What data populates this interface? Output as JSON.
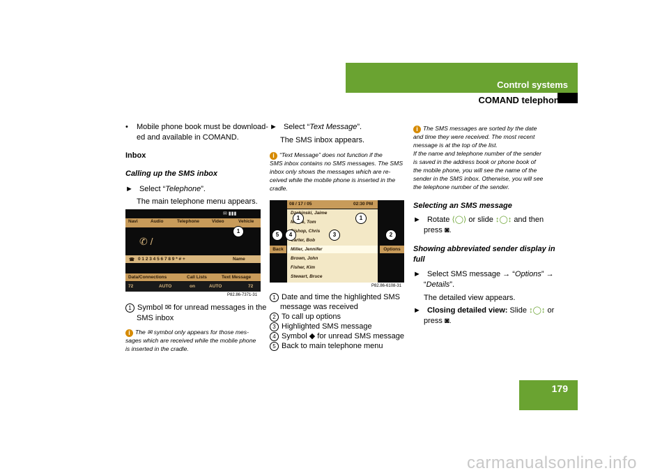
{
  "header": {
    "title": "Control systems",
    "subtitle": "COMAND telephone*",
    "page_number": "179"
  },
  "col1": {
    "bullet": "Mobile phone book must be download-",
    "bullet2": "ed and available in COMAND.",
    "heading": "Inbox",
    "subheading": "Calling up the SMS inbox",
    "step1_pre": "Select “",
    "step1_item": "Telephone",
    "step1_post": "”.",
    "step1_result": "The main telephone menu appears.",
    "screen": {
      "tabs": [
        "Navi",
        "Audio",
        "Telephone",
        "Video",
        "Vehicle"
      ],
      "dial_digits": "0  1  2  3  4  5  6  7  8  9  *  #  +",
      "name_label": "Name",
      "soft_buttons": [
        "Data/Connections",
        "Call Lists",
        "Text Message"
      ],
      "climate": [
        "72",
        "AUTO",
        "on",
        "AUTO",
        "72"
      ],
      "callout": "1",
      "caption": "P82.86-7371-31"
    },
    "legend1_num": "1",
    "legend1_a": "Symbol",
    "legend1_b": "for unread messages in the",
    "legend1_c": "SMS inbox",
    "note_a": "The",
    "note_b": "symbol only appears for those mes-",
    "note_c": "sages which are received while the mobile phone",
    "note_d": "is inserted in the cradle."
  },
  "col2": {
    "step_pre": "Select “",
    "step_item": "Text Message",
    "step_post": "”.",
    "step_result": "The SMS inbox appears.",
    "note_l1": "“Text Message” does not function if the",
    "note_l2": "SMS inbox contains no SMS messages. The SMS",
    "note_l3": "inbox only shows the messages which are re-",
    "note_l4": "ceived while the mobile phone is inserted in the",
    "note_l5": "cradle.",
    "screen": {
      "date": "08 / 17 / 05",
      "time": "02:30 PM",
      "rows": [
        "Dzchinski, Jaime",
        "Moore, Tom",
        "Bishop, Chris",
        "Carter, Bob",
        "Miller, Jennifer",
        "Brown, John",
        "Fisher, Kim",
        "Stewart, Bruce"
      ],
      "back": "Back",
      "options": "Options",
      "callouts": [
        "1",
        "4",
        "3",
        "1",
        "5",
        "2"
      ],
      "caption": "P82.86-6108-31"
    },
    "legend": [
      {
        "num": "1",
        "text": "Date and time the highlighted SMS",
        "text2": "message was received"
      },
      {
        "num": "2",
        "text": "To call up options"
      },
      {
        "num": "3",
        "text": "Highlighted SMS message"
      },
      {
        "num": "4",
        "text": "Symbol",
        "text_b": "for unread SMS message"
      },
      {
        "num": "5",
        "text": "Back to main telephone menu"
      }
    ]
  },
  "col3": {
    "note_l1": "The SMS messages are sorted by the date",
    "note_l2": "and time they were received. The most recent",
    "note_l3": "message is at the top of the list.",
    "note_l4": "If the name and telephone number of the sender",
    "note_l5": "is saved in the address book or phone book of",
    "note_l6": "the mobile phone, you will see the name of the",
    "note_l7": "sender in the SMS inbox. Otherwise, you will see",
    "note_l8": "the telephone number of the sender.",
    "heading1": "Selecting an SMS message",
    "s1_a": "Rotate",
    "s1_b": "or slide",
    "s1_c": "and then",
    "s1_d": "press",
    "heading2a": "Showing abbreviated sender display in",
    "heading2b": "full",
    "s2_a": "Select SMS message",
    "s2_b": "Options",
    "s2_c": "Details",
    "s2_result": "The detailed view appears.",
    "s3_label": "Closing detailed view:",
    "s3_a": "Slide",
    "s3_b": "or",
    "s3_c": "press"
  },
  "watermark": "carmanualsonline.info",
  "colors": {
    "accent": "#6aa331",
    "info": "#d68a00"
  }
}
